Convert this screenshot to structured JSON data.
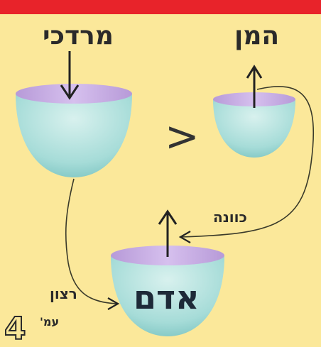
{
  "labels": {
    "top_left": "מרדכי",
    "top_right": "המן",
    "center": "אדם",
    "arrow_right": "כוונה",
    "arrow_left": "רצון",
    "comparison": ">"
  },
  "page": {
    "prefix": "עמ'",
    "number": "4"
  },
  "colors": {
    "background": "#fbe89a",
    "top_bar": "#e8232a",
    "bowl_body": "#a6dcd8",
    "bowl_rim": "#c9a8e0",
    "arrow": "#222222"
  }
}
